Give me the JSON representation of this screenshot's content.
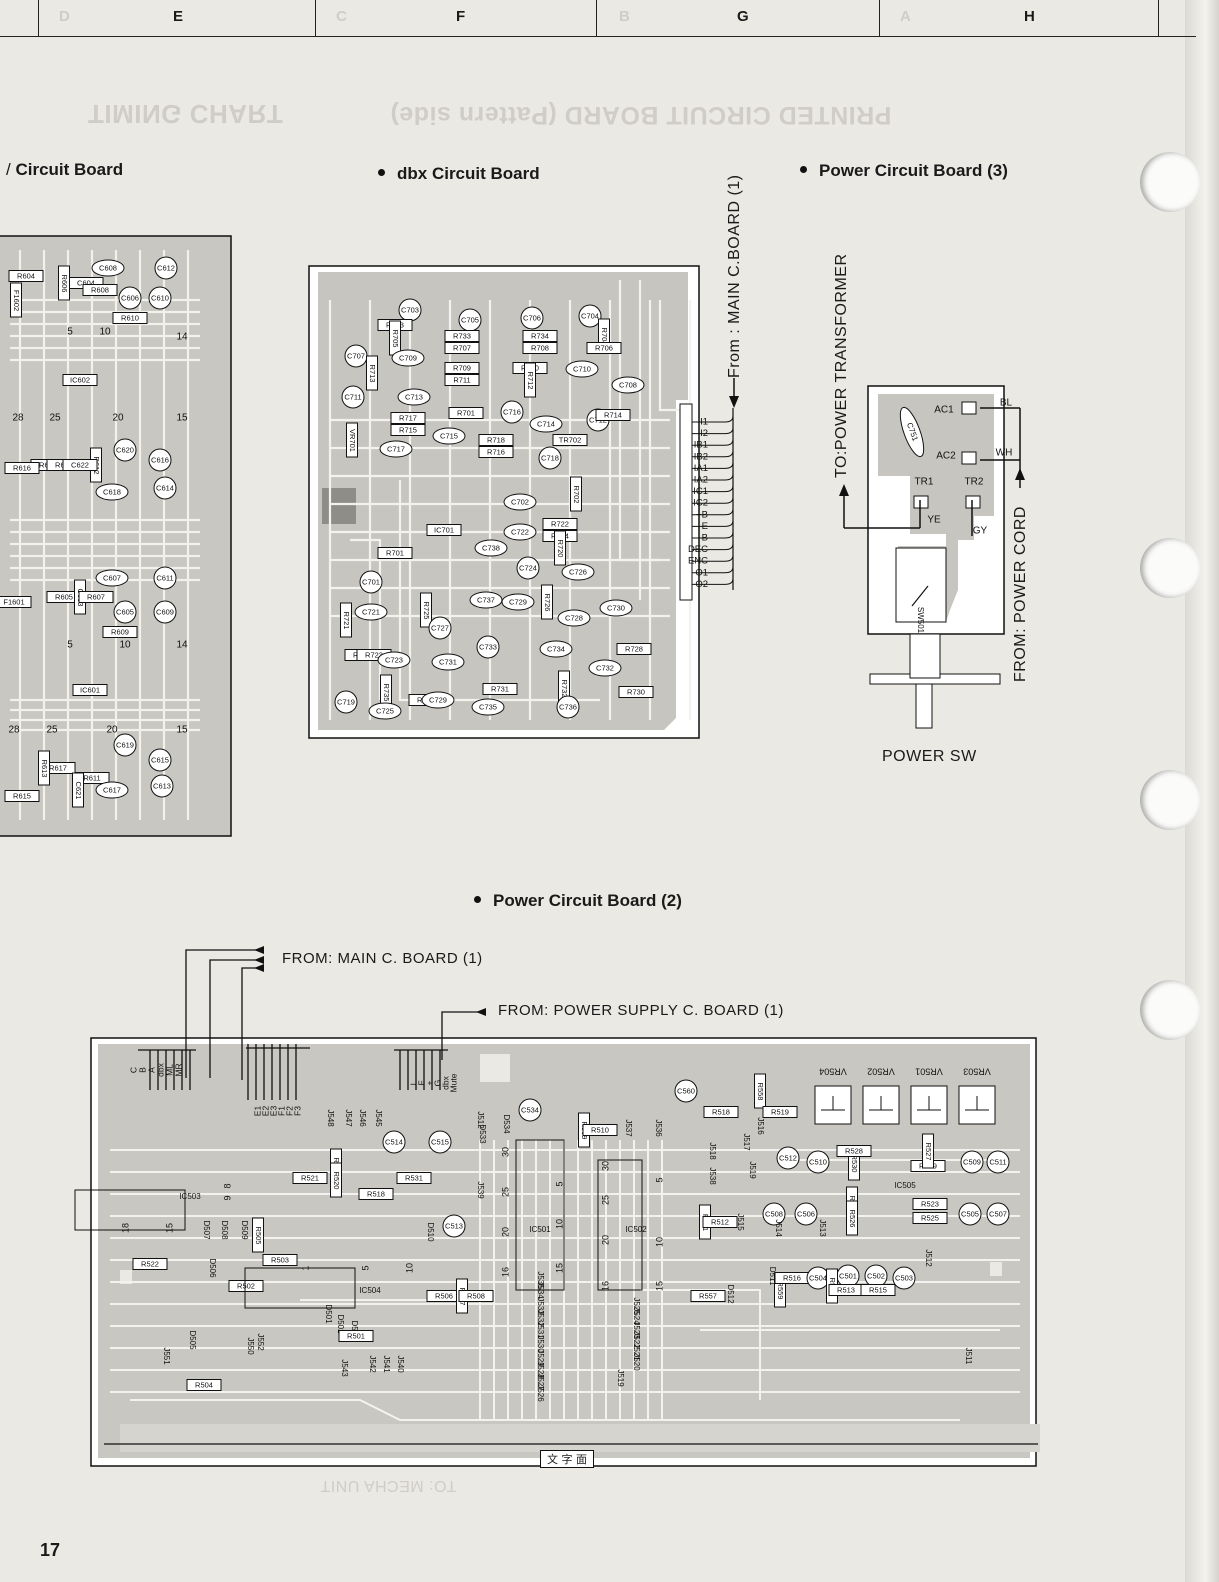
{
  "page_number": "17",
  "grid_columns": [
    {
      "letter": "D",
      "faded": true
    },
    {
      "letter": "E",
      "faded": false
    },
    {
      "letter": "C",
      "faded": true
    },
    {
      "letter": "F",
      "faded": false
    },
    {
      "letter": "B",
      "faded": true
    },
    {
      "letter": "G",
      "faded": false
    },
    {
      "letter": "A",
      "faded": true
    },
    {
      "letter": "H",
      "faded": false
    }
  ],
  "titles": {
    "left_board": "Circuit Board",
    "dbx_board": "dbx Circuit Board",
    "power_board_3": "Power Circuit Board (3)",
    "power_board_2": "Power Circuit Board (2)"
  },
  "dbx_connector": {
    "from_label": "From : MAIN C.BOARD (1)",
    "pins": [
      "I1",
      "I2",
      "IB1",
      "IB2",
      "IA1",
      "IA2",
      "IC1",
      "IC2",
      "+B",
      "E",
      "-B",
      "DEC",
      "ENC",
      "O1",
      "O2"
    ]
  },
  "dbx_components": [
    "C703",
    "R703",
    "R705",
    "C705",
    "R733",
    "R707",
    "C706",
    "R734",
    "R708",
    "C704",
    "R704",
    "R706",
    "C707",
    "C709",
    "R713",
    "R709",
    "R711",
    "R710",
    "R712",
    "C710",
    "C708",
    "C711",
    "C713",
    "R717",
    "R715",
    "R701",
    "C715",
    "C716",
    "C714",
    "TR702",
    "C712",
    "R714",
    "R718",
    "R716",
    "VR701",
    "C717",
    "C718",
    "C702",
    "R702",
    "IC701",
    "R722",
    "R724",
    "R720",
    "C738",
    "C722",
    "C724",
    "C726",
    "R701",
    "C701",
    "C721",
    "R725",
    "C727",
    "C737",
    "C729",
    "R726",
    "C728",
    "C730",
    "R728",
    "R721",
    "R719",
    "R723",
    "C723",
    "C731",
    "C733",
    "C734",
    "C732",
    "R735",
    "R727",
    "C729",
    "R731",
    "R732",
    "R730",
    "C719",
    "C725",
    "C735",
    "C736"
  ],
  "left_board_components": [
    "C608",
    "C612",
    "C604",
    "R606",
    "R608",
    "C606",
    "C610",
    "R610",
    "R604",
    "F1602",
    "IC602",
    "C620",
    "C616",
    "R614",
    "R618",
    "R612",
    "C622",
    "C618",
    "C614",
    "R616",
    "C607",
    "C611",
    "R605",
    "F1601",
    "C603",
    "R607",
    "C605",
    "C609",
    "R609",
    "IC601",
    "C619",
    "C615",
    "R617",
    "R613",
    "R611",
    "C617",
    "C621",
    "C613",
    "R615"
  ],
  "left_board_pins": [
    "5",
    "10",
    "14",
    "28",
    "25",
    "20",
    "15",
    "5",
    "10",
    "14",
    "28",
    "25",
    "20",
    "15"
  ],
  "power3": {
    "left_vertical_label": "TO:POWER TRANSFORMER",
    "right_vertical_label": "FROM: POWER CORD",
    "switch_label": "POWER SW",
    "terminals": [
      "AC1",
      "AC2",
      "TR1",
      "TR2",
      "YE",
      "GY",
      "BL",
      "WH"
    ],
    "parts": [
      "C751",
      "SW501"
    ]
  },
  "power2": {
    "from_main": "FROM: MAIN C. BOARD (1)",
    "from_supply": "FROM: POWER SUPPLY C. BOARD (1)",
    "connector_pins_left": [
      "C",
      "B",
      "A",
      "dbx",
      "ML",
      "MR"
    ],
    "connector_pins_mid": [
      "E1",
      "E2",
      "E3",
      "F1",
      "F2",
      "F3"
    ],
    "connector_pins_right": [
      "L",
      "F",
      "+",
      "G",
      "dbx",
      "Mute"
    ],
    "vrs": [
      "VR504",
      "VR502",
      "VR501",
      "VR503"
    ],
    "components": [
      "C560",
      "R558",
      "R519",
      "R518",
      "J516",
      "J517",
      "J518",
      "J519",
      "C512",
      "C510",
      "R530",
      "R528",
      "R529",
      "R527",
      "C509",
      "C511",
      "R524",
      "R523",
      "IC505",
      "R526",
      "R525",
      "C508",
      "C506",
      "C505",
      "C507",
      "R511",
      "R512",
      "J515",
      "J514",
      "J513",
      "J512",
      "D511",
      "D512",
      "R557",
      "R559",
      "R516",
      "C504",
      "C502",
      "C501",
      "C503",
      "R514",
      "R513",
      "R515",
      "R517",
      "R522",
      "IC503",
      "D507",
      "D508",
      "D509",
      "R505",
      "R503",
      "R502",
      "D506",
      "D505",
      "R504",
      "IC504",
      "D501",
      "D502",
      "D503",
      "R501",
      "R506",
      "R507",
      "R508",
      "J527",
      "J526",
      "J528",
      "J529",
      "J530",
      "J531",
      "J532",
      "J533",
      "J534",
      "J535",
      "J525",
      "J524",
      "J523",
      "J522",
      "J521",
      "J520",
      "J519",
      "IC501",
      "IC502",
      "D533",
      "D534",
      "C534",
      "R509",
      "R510",
      "J537",
      "J536",
      "J538",
      "J539",
      "C514",
      "C515",
      "R531",
      "R520",
      "R521",
      "R518",
      "J548",
      "J547",
      "J546",
      "J545",
      "J512",
      "C513",
      "D510",
      "J511",
      "J540",
      "J541",
      "J542",
      "J543",
      "J550",
      "J551",
      "J552"
    ],
    "ic_pins": [
      "8",
      "9",
      "18",
      "15",
      "10",
      "1",
      "5",
      "30",
      "25",
      "20",
      "16",
      "15",
      "10",
      "5",
      "30",
      "25",
      "20",
      "16",
      "15",
      "10",
      "5"
    ],
    "bottom_mark": "文 字 面"
  },
  "background_ghost": {
    "timing_chart": "TIMING CHART",
    "printed_circuit_board": "PRINTED CIRCUIT BOARD (Pattern side)",
    "to_mecha_unit": "TO: MECHA UNIT"
  }
}
